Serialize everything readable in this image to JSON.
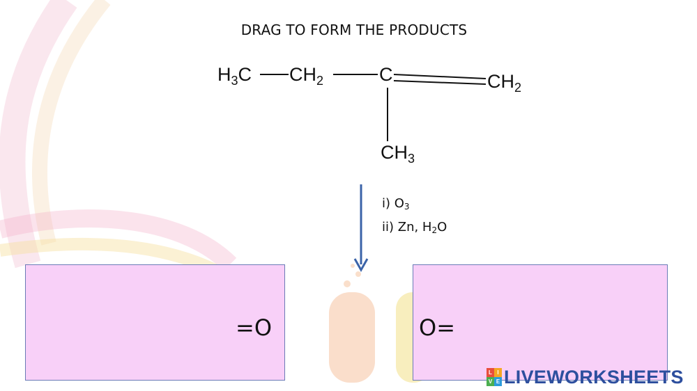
{
  "instruction": "DRAG TO FORM THE PRODUCTS",
  "molecule": {
    "h3c": {
      "main": "H",
      "sub": "3",
      "tail": "C"
    },
    "ch2_mid": {
      "main": "CH",
      "sub": "2"
    },
    "c_center": "C",
    "ch2_end": {
      "main": "CH",
      "sub": "2"
    },
    "ch3": {
      "main": "CH",
      "sub": "3"
    }
  },
  "conditions": {
    "step1": {
      "prefix": "i) O",
      "sub": "3"
    },
    "step2": {
      "prefix": "ii) Zn, H",
      "sub": "2",
      "suffix": "O"
    }
  },
  "drop_zones": {
    "left": {
      "suffix": "=O"
    },
    "right": {
      "prefix": "O="
    }
  },
  "branding": {
    "logo_text": "LIVEWORKSHEETS",
    "logo_letters": [
      "L",
      "I",
      "V",
      "E"
    ]
  },
  "colors": {
    "drop_zone_fill": "#f8d0f8",
    "drop_zone_border": "#6a7bb6",
    "arrow": "#3b63a8",
    "logo_blue": "#2d4f9e"
  }
}
